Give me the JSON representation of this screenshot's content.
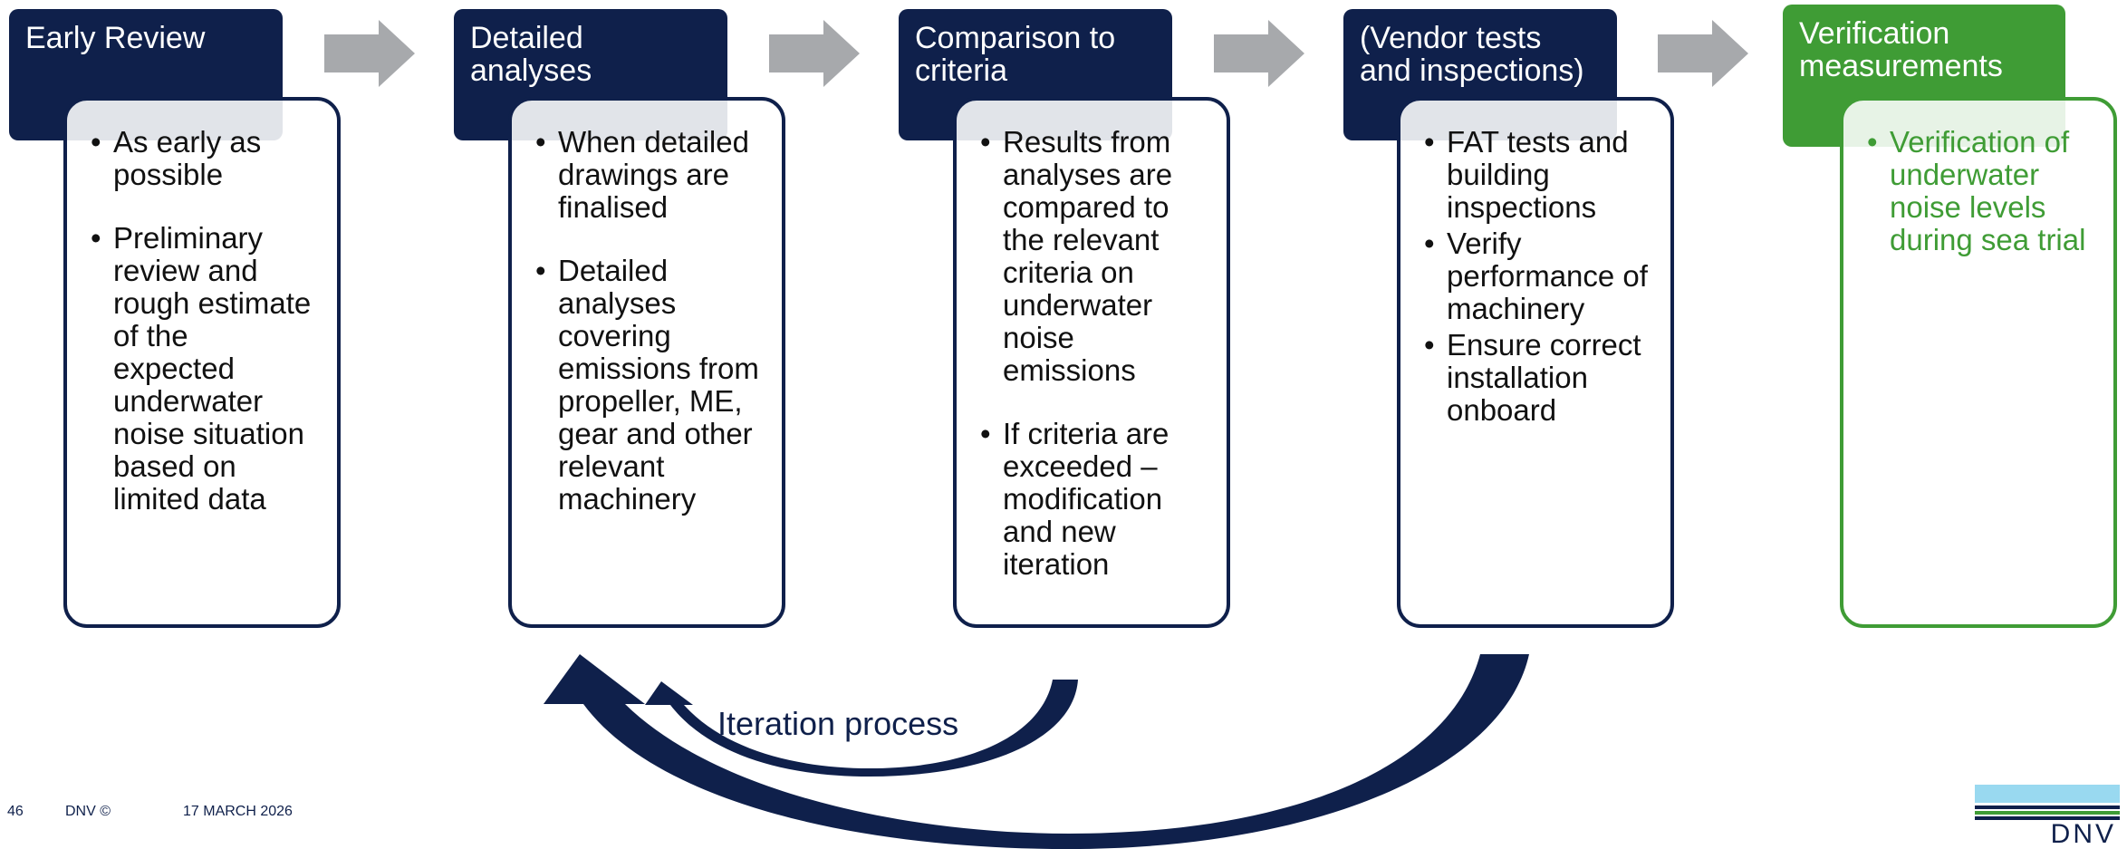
{
  "colors": {
    "navy": "#0f204b",
    "green": "#3f9c35",
    "arrow_grey": "#a7a9ac",
    "dnv_light_blue": "#99d9f0"
  },
  "stages": [
    {
      "title": "Early Review",
      "bullets": [
        "As early as possible",
        "Preliminary review and rough estimate of the expected underwater noise situation based on limited data"
      ]
    },
    {
      "title": "Detailed\nanalyses",
      "bullets": [
        "When detailed drawings are finalised",
        "Detailed analyses covering emissions from propeller, ME, gear and other relevant machinery"
      ]
    },
    {
      "title": "Comparison to\ncriteria",
      "bullets": [
        "Results from analyses are compared to the relevant criteria on underwater noise emissions",
        "If criteria are exceeded – modification and new iteration"
      ]
    },
    {
      "title": "(Vendor tests\nand inspections)",
      "bullets": [
        "FAT tests and building inspections",
        "Verify performance of machinery",
        "Ensure correct installation onboard"
      ]
    },
    {
      "title": "Verification\nmeasurements",
      "bullets": [
        "Verification of underwater noise levels during sea trial"
      ]
    }
  ],
  "iteration_label": "Iteration process",
  "footer": {
    "page_number": "46",
    "copyright": "DNV ©",
    "date": "17 MARCH 2026"
  },
  "logo": {
    "text": "DNV"
  }
}
